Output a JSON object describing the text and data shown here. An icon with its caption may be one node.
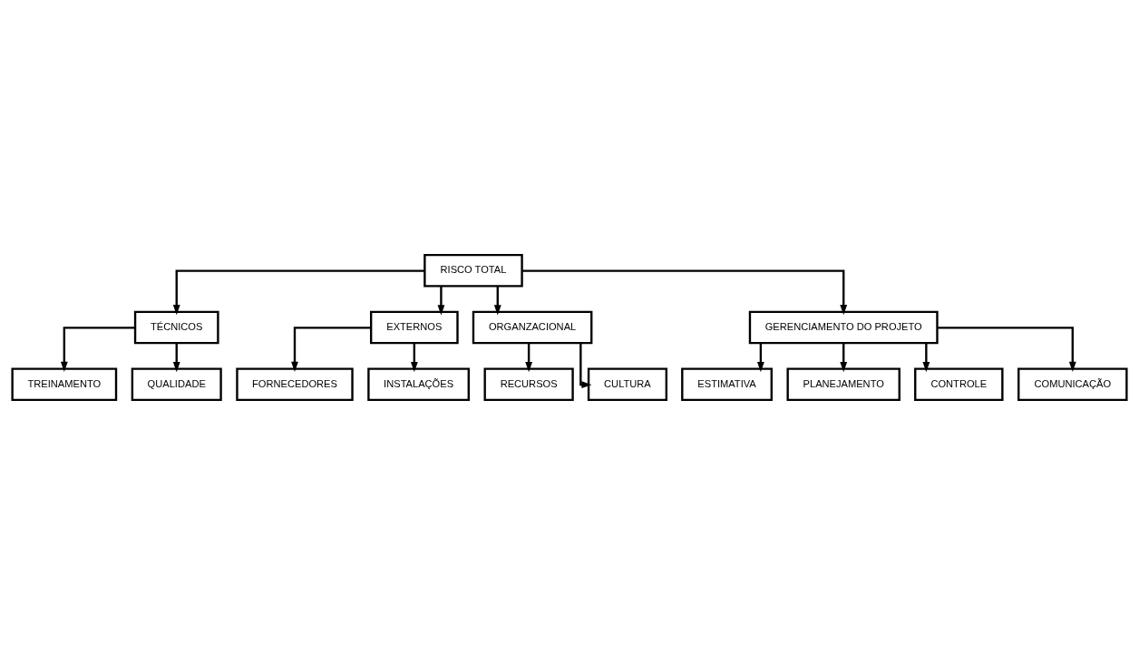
{
  "diagram": {
    "nodes": [
      {
        "text": [
          "RISCO TOTAL"
        ]
      },
      {
        "text": [
          "TÉCNICOS"
        ]
      },
      {
        "text": [
          "EXTERNOS"
        ]
      },
      {
        "text": [
          "ORGANZACIONAL"
        ]
      },
      {
        "text": [
          "GERENCIAMENTO DO PROJETO"
        ]
      },
      {
        "text": [
          "TREINAMENTO"
        ]
      },
      {
        "text": [
          "QUALIDADE"
        ]
      },
      {
        "text": [
          "FORNECEDORES"
        ]
      },
      {
        "text": [
          "INSTALAÇÕES"
        ]
      },
      {
        "text": [
          "RECURSOS"
        ]
      },
      {
        "text": [
          "CULTURA"
        ]
      },
      {
        "text": [
          "ESTIMATIVA"
        ]
      },
      {
        "text": [
          "PLANEJAMENTO"
        ]
      },
      {
        "text": [
          "CONTROLE"
        ]
      },
      {
        "text": [
          "COMUNICAÇÃO"
        ]
      }
    ],
    "edges": [
      {
        "from": 0,
        "to": 1,
        "arrow": "to"
      },
      {
        "from": 0,
        "to": 2,
        "arrow": "to"
      },
      {
        "from": 0,
        "to": 3,
        "arrow": "to"
      },
      {
        "from": 0,
        "to": 4,
        "arrow": "to"
      },
      {
        "from": 1,
        "to": 5,
        "arrow": "to"
      },
      {
        "from": 1,
        "to": 6,
        "arrow": "to"
      },
      {
        "from": 2,
        "to": 7,
        "arrow": "to"
      },
      {
        "from": 2,
        "to": 8,
        "arrow": "to"
      },
      {
        "from": 3,
        "to": 9,
        "arrow": "to"
      },
      {
        "from": 3,
        "to": 10,
        "arrow": "to"
      },
      {
        "from": 4,
        "to": 11,
        "arrow": "to"
      },
      {
        "from": 4,
        "to": 12,
        "arrow": "to"
      },
      {
        "from": 4,
        "to": 13,
        "arrow": "to"
      },
      {
        "from": 4,
        "to": 14,
        "arrow": "to"
      }
    ]
  }
}
